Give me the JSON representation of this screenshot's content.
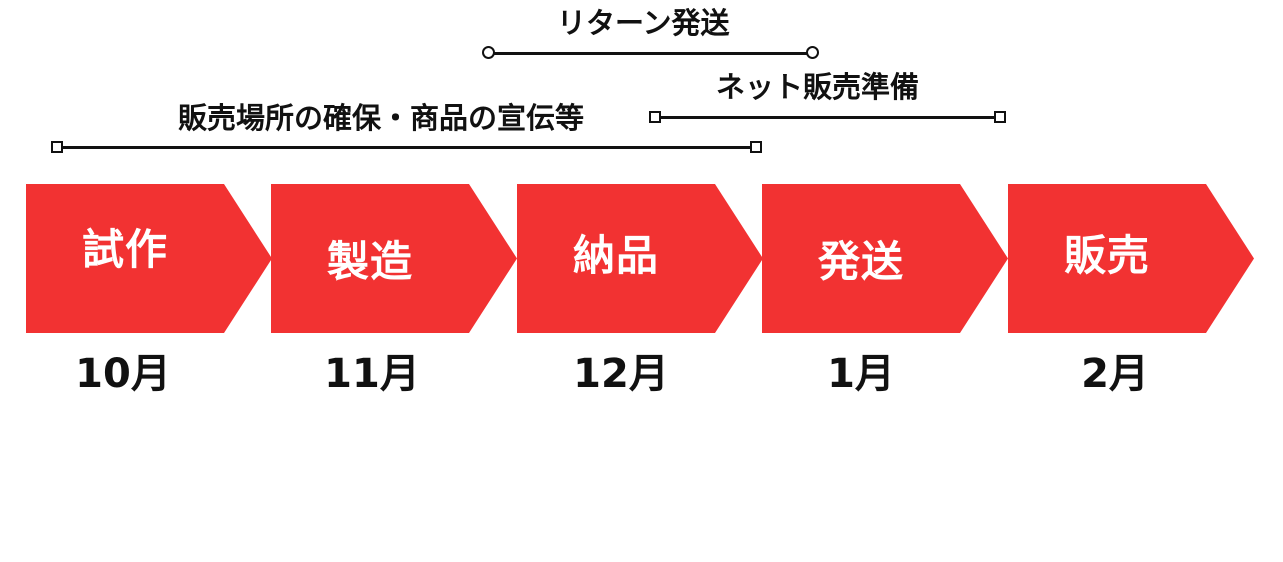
{
  "ranges": {
    "return_shipping": "リターン発送",
    "online_sales_prep": "ネット販売準備",
    "venue_promo": "販売場所の確保・商品の宣伝等"
  },
  "stages": [
    {
      "label": "試作",
      "month": "10月"
    },
    {
      "label": "製造",
      "month": "11月"
    },
    {
      "label": "納品",
      "month": "12月"
    },
    {
      "label": "発送",
      "month": "1月"
    },
    {
      "label": "販売",
      "month": "2月"
    }
  ],
  "colors": {
    "stage_fill": "#f23232",
    "stage_text": "#ffffff",
    "line": "#111111"
  }
}
